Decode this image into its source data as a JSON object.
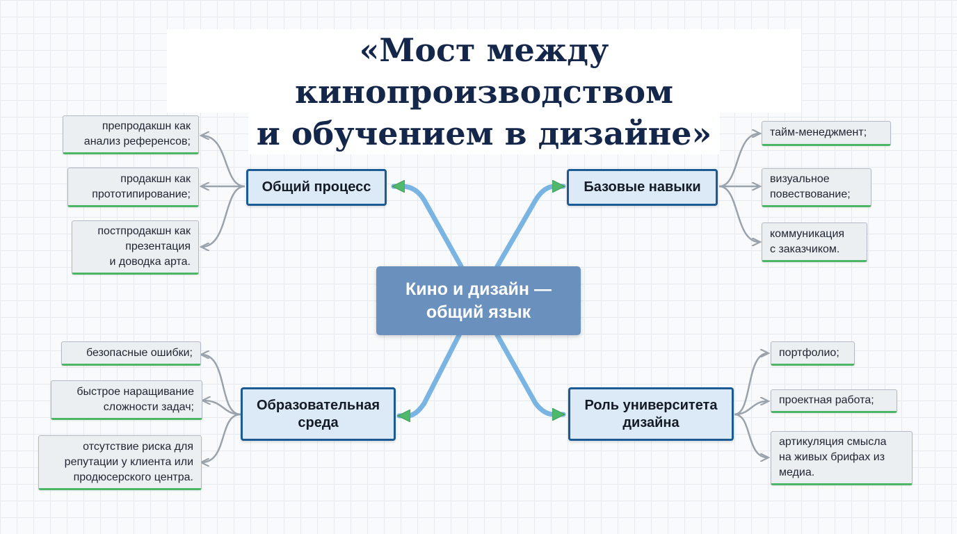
{
  "title": {
    "line1": "«Мост между кинопроизводством",
    "line2": "и обучением в дизайне»"
  },
  "center": {
    "label": "Кино и дизайн — общий язык"
  },
  "branches": {
    "process": {
      "label": "Общий процесс",
      "items": [
        "препродакшн как\nанализ референсов;",
        "продакшн как\nпрототипирование;",
        "постпродакшн как\nпрезентация\nи доводка арта."
      ]
    },
    "skills": {
      "label": "Базовые навыки",
      "items": [
        "тайм-менеджмент;",
        "визуальное\nповествование;",
        "коммуникация\nс заказчиком."
      ]
    },
    "environment": {
      "label": "Образовательная среда",
      "items": [
        "безопасные ошибки;",
        "быстрое наращивание\nсложности задач;",
        "отсутствие риска для\nрепутации у клиента или\nпродюсерского центра."
      ]
    },
    "university": {
      "label": "Роль университета дизайна",
      "items": [
        "портфолио;",
        "проектная работа;",
        "артикуляция смысла\nна живых брифах из\nмедиа."
      ]
    }
  },
  "colors": {
    "main_connector": "#7ab4e2",
    "arrowhead": "#4fb86b",
    "leaf_connector": "#9aa2ab",
    "branch_border": "#1c5a93",
    "center_fill": "#6a90bd"
  }
}
